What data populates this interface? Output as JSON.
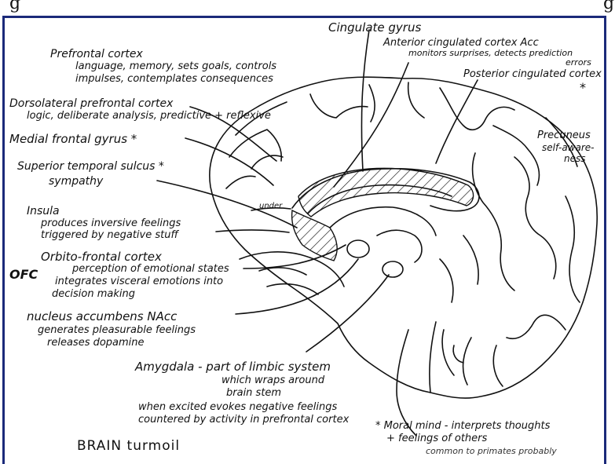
{
  "header": {
    "left_fragment": "g",
    "right_fragment": "g"
  },
  "labels": {
    "cingulate": "Cingulate gyrus",
    "acc_title": "Anterior cingulated cortex Acc",
    "acc_desc1": "monitors surprises, detects prediction",
    "acc_desc2": "errors",
    "posterior": "Posterior cingulated cortex",
    "posterior_star": "*",
    "precuneus1": "Precuneus",
    "precuneus2": "self-aware-",
    "precuneus3": "ness",
    "pfc_title": "Prefrontal cortex",
    "pfc_desc1": "language, memory, sets goals, controls",
    "pfc_desc2": "impulses, contemplates consequences",
    "dlpfc_title": "Dorsolateral prefrontal cortex",
    "dlpfc_desc": "logic, deliberate analysis, predictive + reflexive",
    "mfg": "Medial frontal gyrus *",
    "sts_title": "Superior temporal sulcus *",
    "sts_desc": "sympathy",
    "insula_title": "Insula",
    "insula_desc1": "produces inversive feelings",
    "insula_desc2": "triggered by negative stuff",
    "under": "under",
    "ofc_title": "Orbito-frontal cortex",
    "ofc_abbr": "OFC",
    "ofc_desc1": "perception of emotional states",
    "ofc_desc2": "integrates visceral emotions into",
    "ofc_desc3": "decision making",
    "nacc_title": "nucleus accumbens NAcc",
    "nacc_desc1": "generates pleasurable feelings",
    "nacc_desc2": "releases dopamine",
    "amyg_title": "Amygdala - part of limbic system",
    "amyg_desc1": "which wraps around",
    "amyg_desc2": "brain stem",
    "amyg_desc3": "when excited evokes negative feelings",
    "amyg_desc4": "countered by activity in prefrontal cortex",
    "moral1": "* Moral mind - interprets thoughts",
    "moral2": "+ feelings of others",
    "moral3": "common to primates probably",
    "title": "BRAIN turmoil"
  }
}
